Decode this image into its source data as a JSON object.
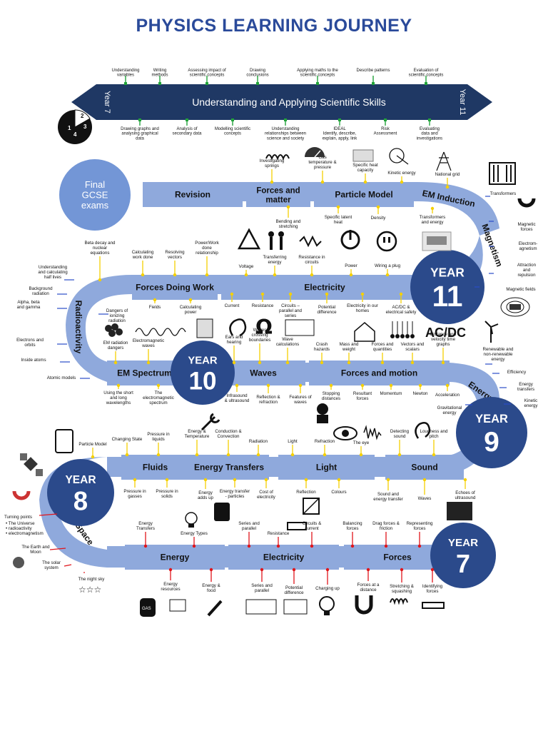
{
  "title": "PHYSICS LEARNING JOURNEY",
  "skills": {
    "banner": "Understanding and Applying Scientific Skills",
    "start": "Year 7",
    "end": "Year 11",
    "top": [
      [
        "Understanding",
        "variables"
      ],
      [
        "Writing",
        "methods"
      ],
      [
        "Assessing impact of",
        "scientific concepts"
      ],
      [
        "Drawing",
        "conclusions"
      ],
      [
        "Applying maths to the",
        "scientific concepts"
      ],
      [
        "Describe patterns"
      ],
      [
        "Evaluation of",
        "scientific concepts"
      ]
    ],
    "bottom": [
      [
        "Drawing graphs and",
        "analysing graphical",
        "data"
      ],
      [
        "Analysis of",
        "secondary data"
      ],
      [
        "Modelling scientific",
        "concepts"
      ],
      [
        "Understanding",
        "relationships between",
        "science and society"
      ],
      [
        "IDEAL",
        "Identify, describe,",
        "explain, apply, link"
      ],
      [
        "Risk",
        "Assessment"
      ],
      [
        "Evaluating",
        "data and",
        "investigations"
      ]
    ]
  },
  "final": [
    "Final",
    "GCSE",
    "exams"
  ],
  "years": [
    {
      "label": "YEAR",
      "num": "11"
    },
    {
      "label": "YEAR",
      "num": "10"
    },
    {
      "label": "YEAR",
      "num": "9"
    },
    {
      "label": "YEAR",
      "num": "8"
    },
    {
      "label": "YEAR",
      "num": "7"
    }
  ],
  "modules": {
    "revision": "Revision",
    "forces_matter": [
      "Forces and",
      "matter"
    ],
    "particle_model": "Particle Model",
    "em_induction": "EM Induction",
    "magnetism": "Magnetism",
    "forces_doing_work": "Forces Doing Work",
    "electricity_y11": "Electricity",
    "radioactivity": "Radioactivity",
    "em_spectrum": "EM Spectrum",
    "waves": "Waves",
    "forces_motion": "Forces and motion",
    "energy_y9": "Energy",
    "fluids": "Fluids",
    "energy_transfers": "Energy Transfers",
    "light": "Light",
    "sound": "Sound",
    "space": "Space",
    "energy_y7": "Energy",
    "electricity_y7": "Electricity",
    "forces_y7": "Forces"
  },
  "labels": {
    "investigating_springs": [
      "Investigating",
      "springs"
    ],
    "bending": [
      "Bending and",
      "stretching"
    ],
    "gas_temp": [
      "Gas",
      "temperature &",
      "pressure"
    ],
    "shc": [
      "Specific heat",
      "capacity"
    ],
    "kinetic_energy": [
      "Kinetic energy"
    ],
    "national_grid": [
      "National grid"
    ],
    "latent_heat": [
      "Specific latent",
      "heat"
    ],
    "density": [
      "Density"
    ],
    "transformers_energy": [
      "Transformers",
      "and energy"
    ],
    "transformers": [
      "Transformers"
    ],
    "magnetic_forces": [
      "Magnetic",
      "forces"
    ],
    "electromagnetism": [
      "Electrom-",
      "agnetism"
    ],
    "attraction": [
      "Attraction",
      "and",
      "repulsion"
    ],
    "magnetic_fields": [
      "Magnetic fields"
    ],
    "beta_decay": [
      "Beta decay and",
      "nuclear",
      "equations"
    ],
    "half_lives": [
      "Understanding",
      "and calculating",
      "half lives"
    ],
    "background": [
      "Background",
      "radiation"
    ],
    "alpha_beta": [
      "Alpha, beta",
      "and gamma"
    ],
    "electrons_orbits": [
      "Electrons and",
      "orbits"
    ],
    "inside_atoms": [
      "Inside atoms"
    ],
    "atomic_models": [
      "Atomic models"
    ],
    "ionizing": [
      "Dangers of",
      "ionizing",
      "radiation"
    ],
    "work_done": [
      "Calculating",
      "work done"
    ],
    "resolving": [
      "Resolving",
      "vectors"
    ],
    "power_work": [
      "Power/Work",
      "done",
      "relationship"
    ],
    "fields": [
      "Fields"
    ],
    "calc_power": [
      "Calculating",
      "power"
    ],
    "voltage": [
      "Voltage"
    ],
    "transferring_energy": [
      "Transferring",
      "energy"
    ],
    "resistance_circuits": [
      "Resistance in",
      "circuits"
    ],
    "power": [
      "Power"
    ],
    "wiring_plug": [
      "Wiring a plug"
    ],
    "current": [
      "Current"
    ],
    "resistance": [
      "Resistance"
    ],
    "circuits_ps": [
      "Circuits –",
      "parallel and",
      "series"
    ],
    "pd": [
      "Potential",
      "difference"
    ],
    "electricity_homes": [
      "Electricity in our",
      "homes"
    ],
    "acdc": [
      "AC/DC &",
      "electrical safety"
    ],
    "em_dangers": [
      "EM radiation",
      "dangers"
    ],
    "em_waves": [
      "Electromagnetic",
      "waves"
    ],
    "ears": [
      "Ears and",
      "hearing"
    ],
    "waves_boundaries": [
      "Waves",
      "crossing",
      "boundaries"
    ],
    "wave_calcs": [
      "Wave",
      "calculations"
    ],
    "crash": [
      "Crash",
      "hazards"
    ],
    "mass_weight": [
      "Mass and",
      "weight"
    ],
    "forces_quantities": [
      "Forces and",
      "quantities"
    ],
    "vectors_scalars": [
      "Vectors and",
      "scalars"
    ],
    "distance_velocity": [
      "Distance and",
      "velocity time",
      "graphs"
    ],
    "renewable": [
      "Renewable and",
      "non-renewable",
      "energy"
    ],
    "efficiency": [
      "Efficiency"
    ],
    "energy_transfers_y9": [
      "Energy",
      "transfers"
    ],
    "kinetic_y9": [
      "Kinetic",
      "energy"
    ],
    "gravitational": [
      "Gravitational",
      "energy"
    ],
    "short_long": [
      "Using the short",
      "and long",
      "wavelengths"
    ],
    "em_spectrum_lbl": [
      "The",
      "electromagnetic",
      "spectrum"
    ],
    "infrasound": [
      "Infrasound",
      "& ultrasound"
    ],
    "reflection_refraction": [
      "Reflection &",
      "refraction"
    ],
    "features_waves": [
      "Features of",
      "waves"
    ],
    "stopping": [
      "Stopping",
      "distances"
    ],
    "resultant": [
      "Resultant",
      "forces"
    ],
    "momentum": [
      "Momentum"
    ],
    "newton": [
      "Newton"
    ],
    "acceleration": [
      "Acceleration"
    ],
    "particle_model_y8": [
      "Particle Model"
    ],
    "changing_state": [
      "Changing State"
    ],
    "pressure_liquids": [
      "Pressure in",
      "liquids"
    ],
    "energy_temp": [
      "Energy &",
      "Temperature"
    ],
    "conduction": [
      "Conduction &",
      "Convection"
    ],
    "radiation": [
      "Radiation"
    ],
    "light_lbl": [
      "Light"
    ],
    "refraction": [
      "Refraction"
    ],
    "the_eye": [
      "The eye"
    ],
    "detecting_sound": [
      "Detecting",
      "sound"
    ],
    "loudness": [
      "Loudness and",
      "pitch"
    ],
    "pressure_gasses": [
      "Pressure in",
      "gasses"
    ],
    "pressure_solids": [
      "Pressure in",
      "solids"
    ],
    "energy_adds_up": [
      "Energy",
      "adds up"
    ],
    "energy_transfer_particles": [
      "Energy transfer",
      "- particles"
    ],
    "cost_electricity": [
      "Cost of",
      "electricity"
    ],
    "reflection": [
      "Reflection"
    ],
    "colours": [
      "Colours"
    ],
    "sound_energy": [
      "Sound and",
      "energy transfer"
    ],
    "waves_y8": [
      "Waves"
    ],
    "echoes": [
      "Echoes of",
      "ultrasound"
    ],
    "energy_transfers_y7": [
      "Energy",
      "Transfers"
    ],
    "energy_types": [
      "Energy Types"
    ],
    "series_parallel_top": [
      "Series and",
      "parallel"
    ],
    "resistance_y7": [
      "Resistance"
    ],
    "circuits_current": [
      "Circuits &",
      "current"
    ],
    "balancing": [
      "Balancing",
      "forces"
    ],
    "drag_friction": [
      "Drag forces &",
      "friction"
    ],
    "representing": [
      "Representing",
      "forces"
    ],
    "energy_resources": [
      "Energy",
      "resources"
    ],
    "energy_food": [
      "Energy &",
      "food"
    ],
    "series_parallel_bot": [
      "Series and",
      "parallel"
    ],
    "pd_y7": [
      "Potential",
      "difference"
    ],
    "charging_up": [
      "Charging up"
    ],
    "forces_distance": [
      "Forces at a",
      "distance"
    ],
    "stretching": [
      "Stretching &",
      "squashing"
    ],
    "identifying": [
      "Identifying",
      "forces"
    ],
    "earth_moon": [
      "The Earth and",
      "Moon"
    ],
    "solar_system": [
      "The solar",
      "system"
    ],
    "night_sky": [
      "The night sky"
    ],
    "turning_points": [
      "Turning points"
    ],
    "tp_bullets": [
      "•  The Universe",
      "•  radioactivity",
      "•  electromagnetism"
    ]
  },
  "colors": {
    "track": "#8fa9dc",
    "year_circle": "#2b4a8b",
    "final_circle": "#7396d6",
    "banner": "#1f3864",
    "yellow": "#f5d000",
    "green": "#22a33a",
    "red": "#e0151b",
    "blue": "#2a4cc8"
  }
}
